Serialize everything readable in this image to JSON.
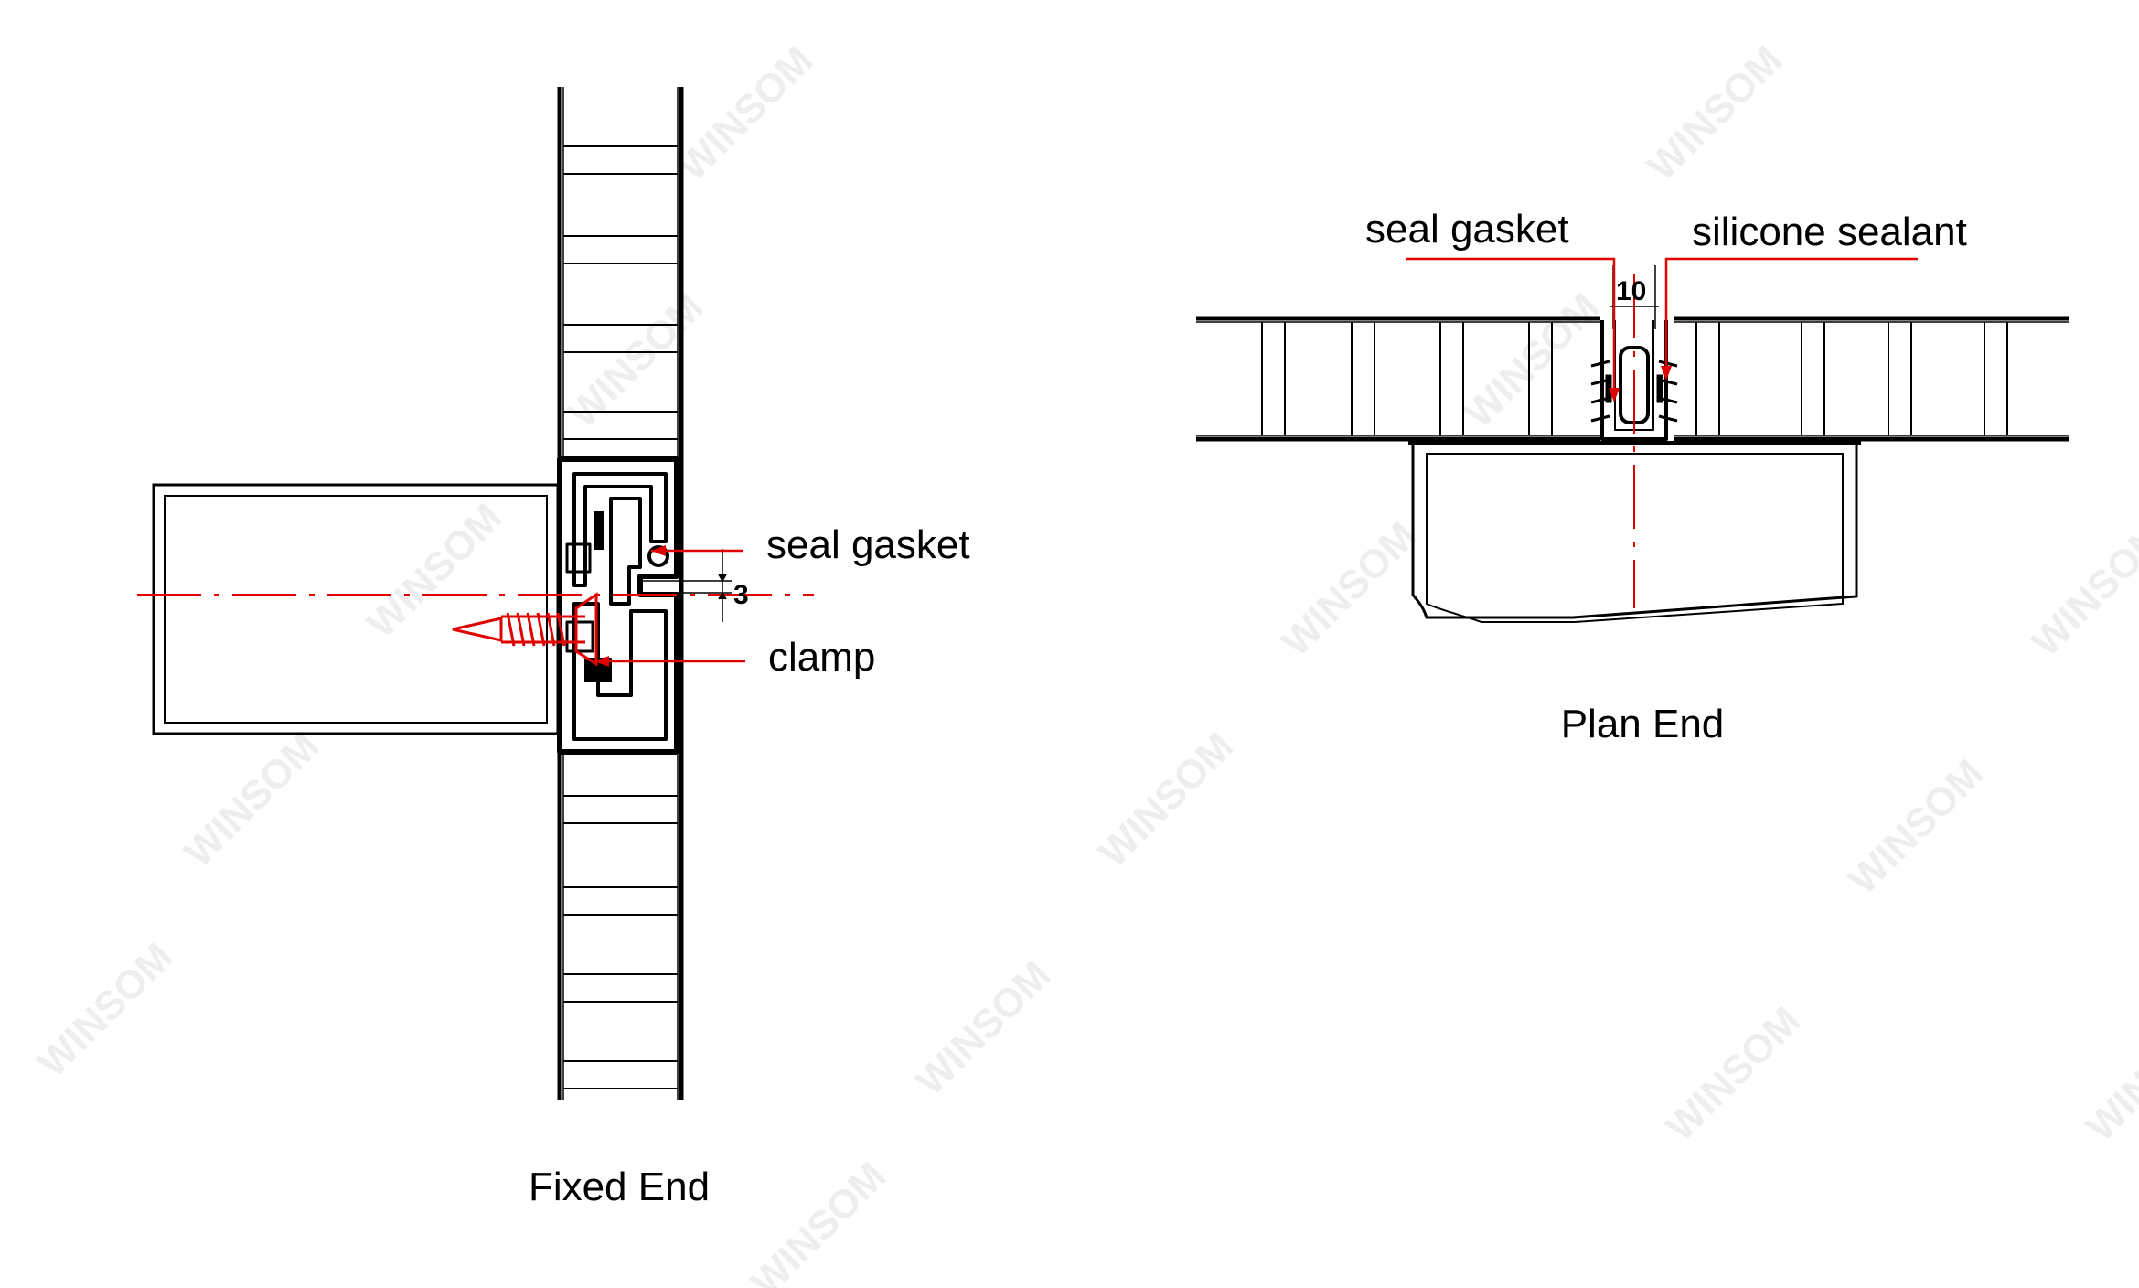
{
  "diagram": {
    "left": {
      "caption": "Fixed End",
      "labels": {
        "seal_gasket": "seal gasket",
        "clamp": "clamp",
        "dimension": "3"
      }
    },
    "right": {
      "caption": "Plan End",
      "labels": {
        "seal_gasket": "seal gasket",
        "silicone_sealant": "silicone sealant",
        "dimension": "10"
      }
    },
    "watermark": "WINSOM",
    "colors": {
      "line": "#000000",
      "annotation": "#e00000",
      "watermark": "#cfcfcf"
    }
  }
}
